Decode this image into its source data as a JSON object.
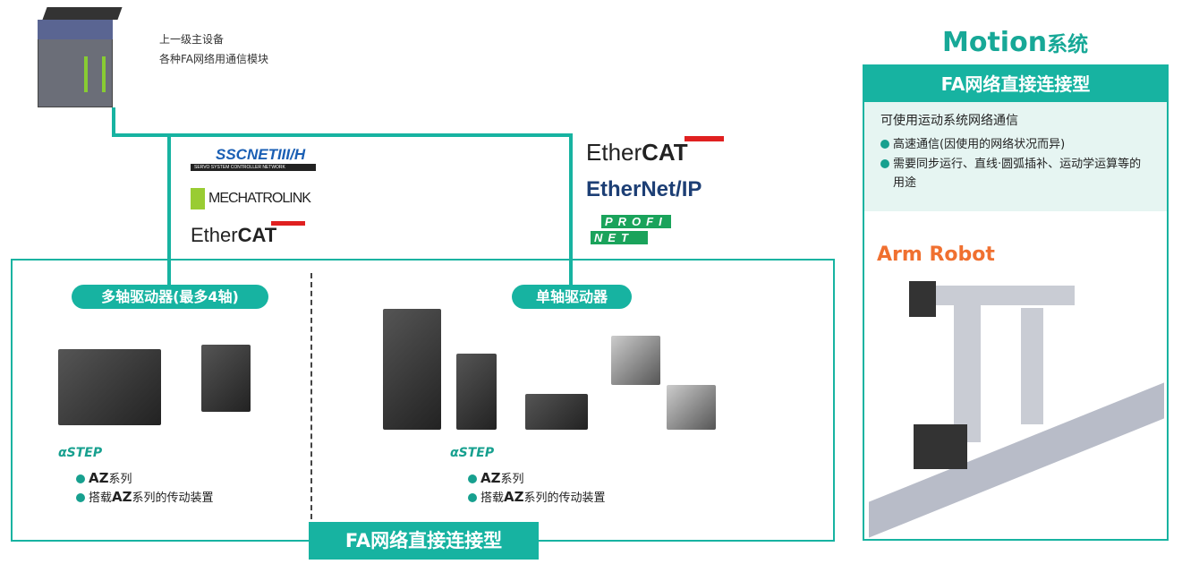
{
  "master": {
    "line1": "上一级主设备",
    "line2": "各种FA网络用通信模块"
  },
  "left_logos": {
    "sscnet": "SSCNETIII/H",
    "sscnet_sub": "SERVO SYSTEM CONTROLLER NETWORK",
    "mechatrolink": "MECHATROLINK",
    "ethercat_thin": "Ether",
    "ethercat_bold": "CAT"
  },
  "right_logos": {
    "ethercat_thin": "Ether",
    "ethercat_bold": "CAT",
    "ethernetip": "EtherNet/IP",
    "profi": "PROFI",
    "net": "NET"
  },
  "multi": {
    "label": "多轴驱动器(最多4轴)",
    "brand": "αSTEP",
    "bullets": [
      {
        "bold": "AZ",
        "text": "系列"
      },
      {
        "pre": "搭载",
        "bold": "AZ",
        "text": "系列的传动装置"
      }
    ]
  },
  "single": {
    "label": "单轴驱动器",
    "brand": "αSTEP",
    "bullets": [
      {
        "bold": "AZ",
        "text": "系列"
      },
      {
        "pre": "搭载",
        "bold": "AZ",
        "text": "系列的传动装置"
      }
    ]
  },
  "bottom_label": "FA网络直接连接型",
  "panel": {
    "title_latin": "Motion",
    "title_cn": "系统",
    "header": "FA网络直接连接型",
    "heading": "可使用运动系统网络通信",
    "bullets": [
      "高速通信(因使用的网络状况而异)",
      "需要同步运行、直线·圆弧插补、运动学运算等的用途"
    ],
    "robot_label": "Arm Robot"
  },
  "colors": {
    "teal": "#17b3a1",
    "orange": "#f07030"
  }
}
